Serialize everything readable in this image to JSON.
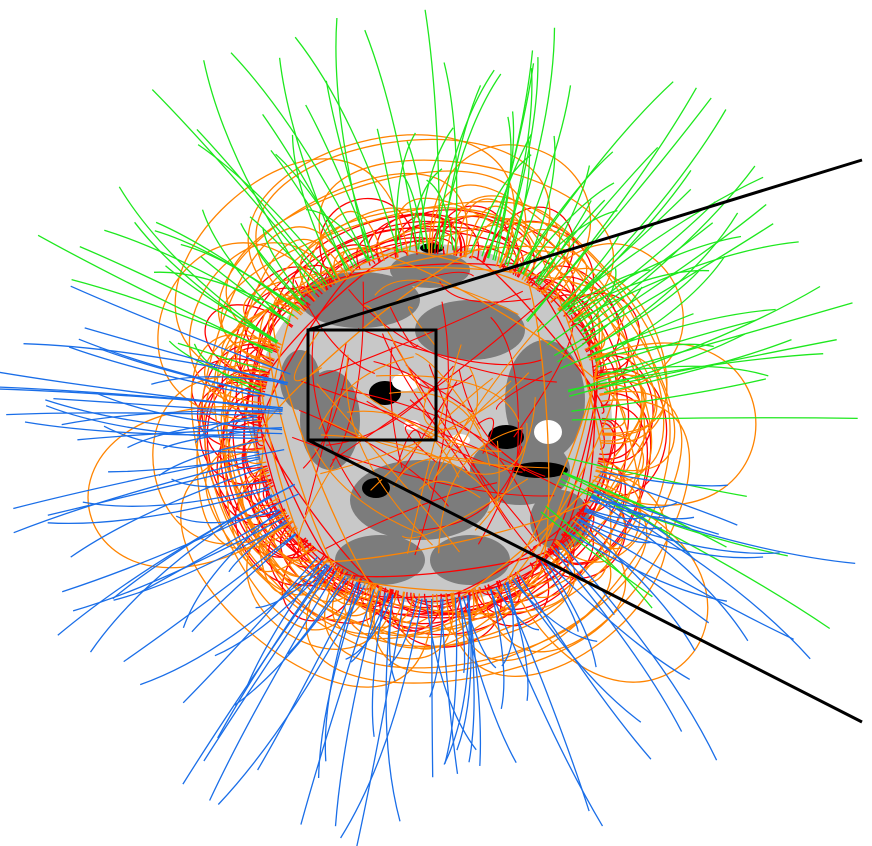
{
  "figure": {
    "description_colors": {
      "background": "#ffffff",
      "disk_light": "#c8c8c8",
      "disk_mid": "#7c7c7c",
      "disk_dark": "#000000",
      "disk_white": "#ffffff",
      "open_north": "#1ee81e",
      "open_south": "#1a6ee8",
      "closed_high": "#ff8400",
      "closed_low": "#ff0000",
      "zoom_frame": "#000000"
    },
    "line_families": [
      {
        "key": "open_north",
        "color": "#1ee81e"
      },
      {
        "key": "open_south",
        "color": "#1a6ee8"
      },
      {
        "key": "closed_high",
        "color": "#ff8400"
      },
      {
        "key": "closed_low",
        "color": "#ff0000"
      }
    ]
  }
}
